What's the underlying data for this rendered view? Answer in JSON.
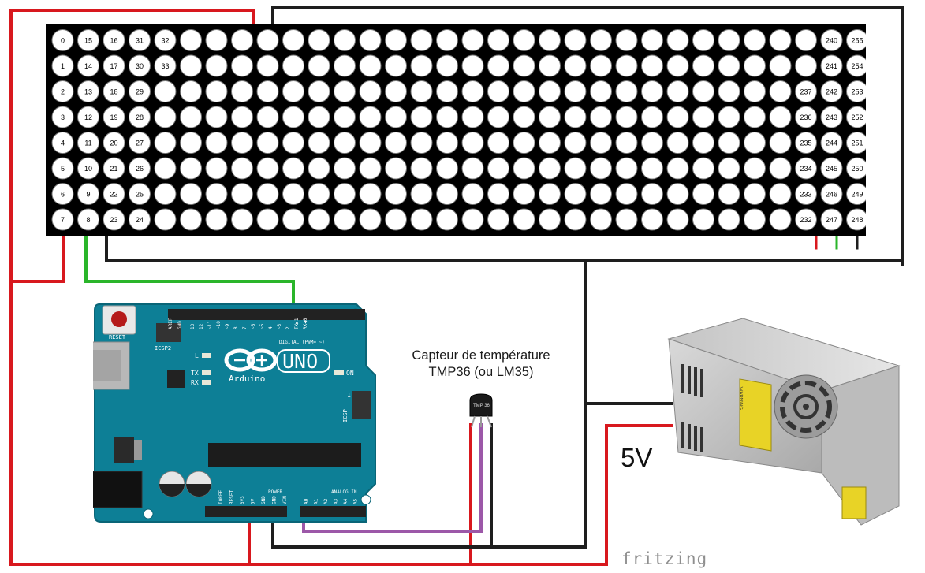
{
  "matrix": {
    "columns": 32,
    "rows": 8,
    "numbered_cells": [
      {
        "col": 0,
        "row": 0,
        "label": "0"
      },
      {
        "col": 0,
        "row": 1,
        "label": "1"
      },
      {
        "col": 0,
        "row": 2,
        "label": "2"
      },
      {
        "col": 0,
        "row": 3,
        "label": "3"
      },
      {
        "col": 0,
        "row": 4,
        "label": "4"
      },
      {
        "col": 0,
        "row": 5,
        "label": "5"
      },
      {
        "col": 0,
        "row": 6,
        "label": "6"
      },
      {
        "col": 0,
        "row": 7,
        "label": "7"
      },
      {
        "col": 1,
        "row": 0,
        "label": "15"
      },
      {
        "col": 1,
        "row": 1,
        "label": "14"
      },
      {
        "col": 1,
        "row": 2,
        "label": "13"
      },
      {
        "col": 1,
        "row": 3,
        "label": "12"
      },
      {
        "col": 1,
        "row": 4,
        "label": "11"
      },
      {
        "col": 1,
        "row": 5,
        "label": "10"
      },
      {
        "col": 1,
        "row": 6,
        "label": "9"
      },
      {
        "col": 1,
        "row": 7,
        "label": "8"
      },
      {
        "col": 2,
        "row": 0,
        "label": "16"
      },
      {
        "col": 2,
        "row": 1,
        "label": "17"
      },
      {
        "col": 2,
        "row": 2,
        "label": "18"
      },
      {
        "col": 2,
        "row": 3,
        "label": "19"
      },
      {
        "col": 2,
        "row": 4,
        "label": "20"
      },
      {
        "col": 2,
        "row": 5,
        "label": "21"
      },
      {
        "col": 2,
        "row": 6,
        "label": "22"
      },
      {
        "col": 2,
        "row": 7,
        "label": "23"
      },
      {
        "col": 3,
        "row": 0,
        "label": "31"
      },
      {
        "col": 3,
        "row": 1,
        "label": "30"
      },
      {
        "col": 3,
        "row": 2,
        "label": "29"
      },
      {
        "col": 3,
        "row": 3,
        "label": "28"
      },
      {
        "col": 3,
        "row": 4,
        "label": "27"
      },
      {
        "col": 3,
        "row": 5,
        "label": "26"
      },
      {
        "col": 3,
        "row": 6,
        "label": "25"
      },
      {
        "col": 3,
        "row": 7,
        "label": "24"
      },
      {
        "col": 4,
        "row": 0,
        "label": "32"
      },
      {
        "col": 4,
        "row": 1,
        "label": "33"
      },
      {
        "col": 29,
        "row": 2,
        "label": "237"
      },
      {
        "col": 29,
        "row": 3,
        "label": "236"
      },
      {
        "col": 29,
        "row": 4,
        "label": "235"
      },
      {
        "col": 29,
        "row": 5,
        "label": "234"
      },
      {
        "col": 29,
        "row": 6,
        "label": "233"
      },
      {
        "col": 29,
        "row": 7,
        "label": "232"
      },
      {
        "col": 30,
        "row": 0,
        "label": "240"
      },
      {
        "col": 30,
        "row": 1,
        "label": "241"
      },
      {
        "col": 30,
        "row": 2,
        "label": "242"
      },
      {
        "col": 30,
        "row": 3,
        "label": "243"
      },
      {
        "col": 30,
        "row": 4,
        "label": "244"
      },
      {
        "col": 30,
        "row": 5,
        "label": "245"
      },
      {
        "col": 30,
        "row": 6,
        "label": "246"
      },
      {
        "col": 30,
        "row": 7,
        "label": "247"
      },
      {
        "col": 31,
        "row": 0,
        "label": "255"
      },
      {
        "col": 31,
        "row": 1,
        "label": "254"
      },
      {
        "col": 31,
        "row": 2,
        "label": "253"
      },
      {
        "col": 31,
        "row": 3,
        "label": "252"
      },
      {
        "col": 31,
        "row": 4,
        "label": "251"
      },
      {
        "col": 31,
        "row": 5,
        "label": "250"
      },
      {
        "col": 31,
        "row": 6,
        "label": "249"
      },
      {
        "col": 31,
        "row": 7,
        "label": "248"
      }
    ]
  },
  "sensor": {
    "label_line1": "Capteur de température",
    "label_line2": "TMP36 (ou LM35)",
    "chip_text": "TMP 36"
  },
  "power_supply": {
    "voltage_label": "5V",
    "sticker_text": "WARNING"
  },
  "arduino": {
    "board_name": "UNO",
    "brand": "Arduino",
    "reset_label": "RESET",
    "icsp2_label": "ICSP2",
    "icsp_label": "ICSP",
    "aref_label": "AREF",
    "gnd_label": "GND",
    "digital_header_label": "DIGITAL (PWM= ~)",
    "digital_pins": [
      "13",
      "12",
      "~11",
      "~10",
      "~9",
      "8",
      "7",
      "~6",
      "~5",
      "4",
      "~3",
      "2",
      "TX▶1",
      "RX◀0"
    ],
    "led_l": "L",
    "led_tx": "TX",
    "led_rx": "RX",
    "led_on": "ON",
    "icsp_pin1": "1",
    "power_header_label": "POWER",
    "power_pins": [
      "IOREF",
      "RESET",
      "3V3",
      "5V",
      "GND",
      "GND",
      "VIN"
    ],
    "analog_header_label": "ANALOG IN",
    "analog_pins": [
      "A0",
      "A1",
      "A2",
      "A3",
      "A4",
      "A5"
    ]
  },
  "watermark": "fritzing",
  "colors": {
    "wire_red": "#d8181e",
    "wire_black": "#1e1e1e",
    "wire_green": "#2ab52a",
    "wire_purple": "#9c58a8",
    "board_teal": "#0d7f96",
    "matrix_black": "#000000"
  }
}
